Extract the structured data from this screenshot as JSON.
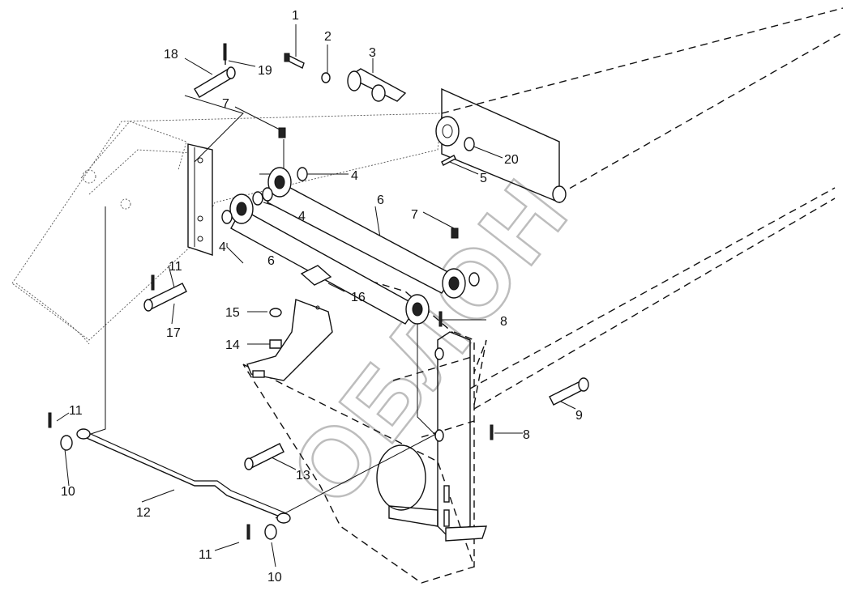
{
  "diagram": {
    "watermark": "ОБЛОН",
    "callouts": [
      {
        "id": "c1",
        "text": "1"
      },
      {
        "id": "c2",
        "text": "2"
      },
      {
        "id": "c3",
        "text": "3"
      },
      {
        "id": "c18",
        "text": "18"
      },
      {
        "id": "c19",
        "text": "19"
      },
      {
        "id": "c7a",
        "text": "7"
      },
      {
        "id": "c20",
        "text": "20"
      },
      {
        "id": "c5",
        "text": "5"
      },
      {
        "id": "c4a",
        "text": "4"
      },
      {
        "id": "c6a",
        "text": "6"
      },
      {
        "id": "c4b",
        "text": "4"
      },
      {
        "id": "c7b",
        "text": "7"
      },
      {
        "id": "c4c",
        "text": "4"
      },
      {
        "id": "c6b",
        "text": "6"
      },
      {
        "id": "c11a",
        "text": "11"
      },
      {
        "id": "c16",
        "text": "16"
      },
      {
        "id": "c15",
        "text": "15"
      },
      {
        "id": "c8a",
        "text": "8"
      },
      {
        "id": "c17",
        "text": "17"
      },
      {
        "id": "c14",
        "text": "14"
      },
      {
        "id": "c11b",
        "text": "11"
      },
      {
        "id": "c9",
        "text": "9"
      },
      {
        "id": "c8b",
        "text": "8"
      },
      {
        "id": "c10a",
        "text": "10"
      },
      {
        "id": "c13",
        "text": "13"
      },
      {
        "id": "c12",
        "text": "12"
      },
      {
        "id": "c11c",
        "text": "11"
      },
      {
        "id": "c10b",
        "text": "10"
      }
    ]
  }
}
